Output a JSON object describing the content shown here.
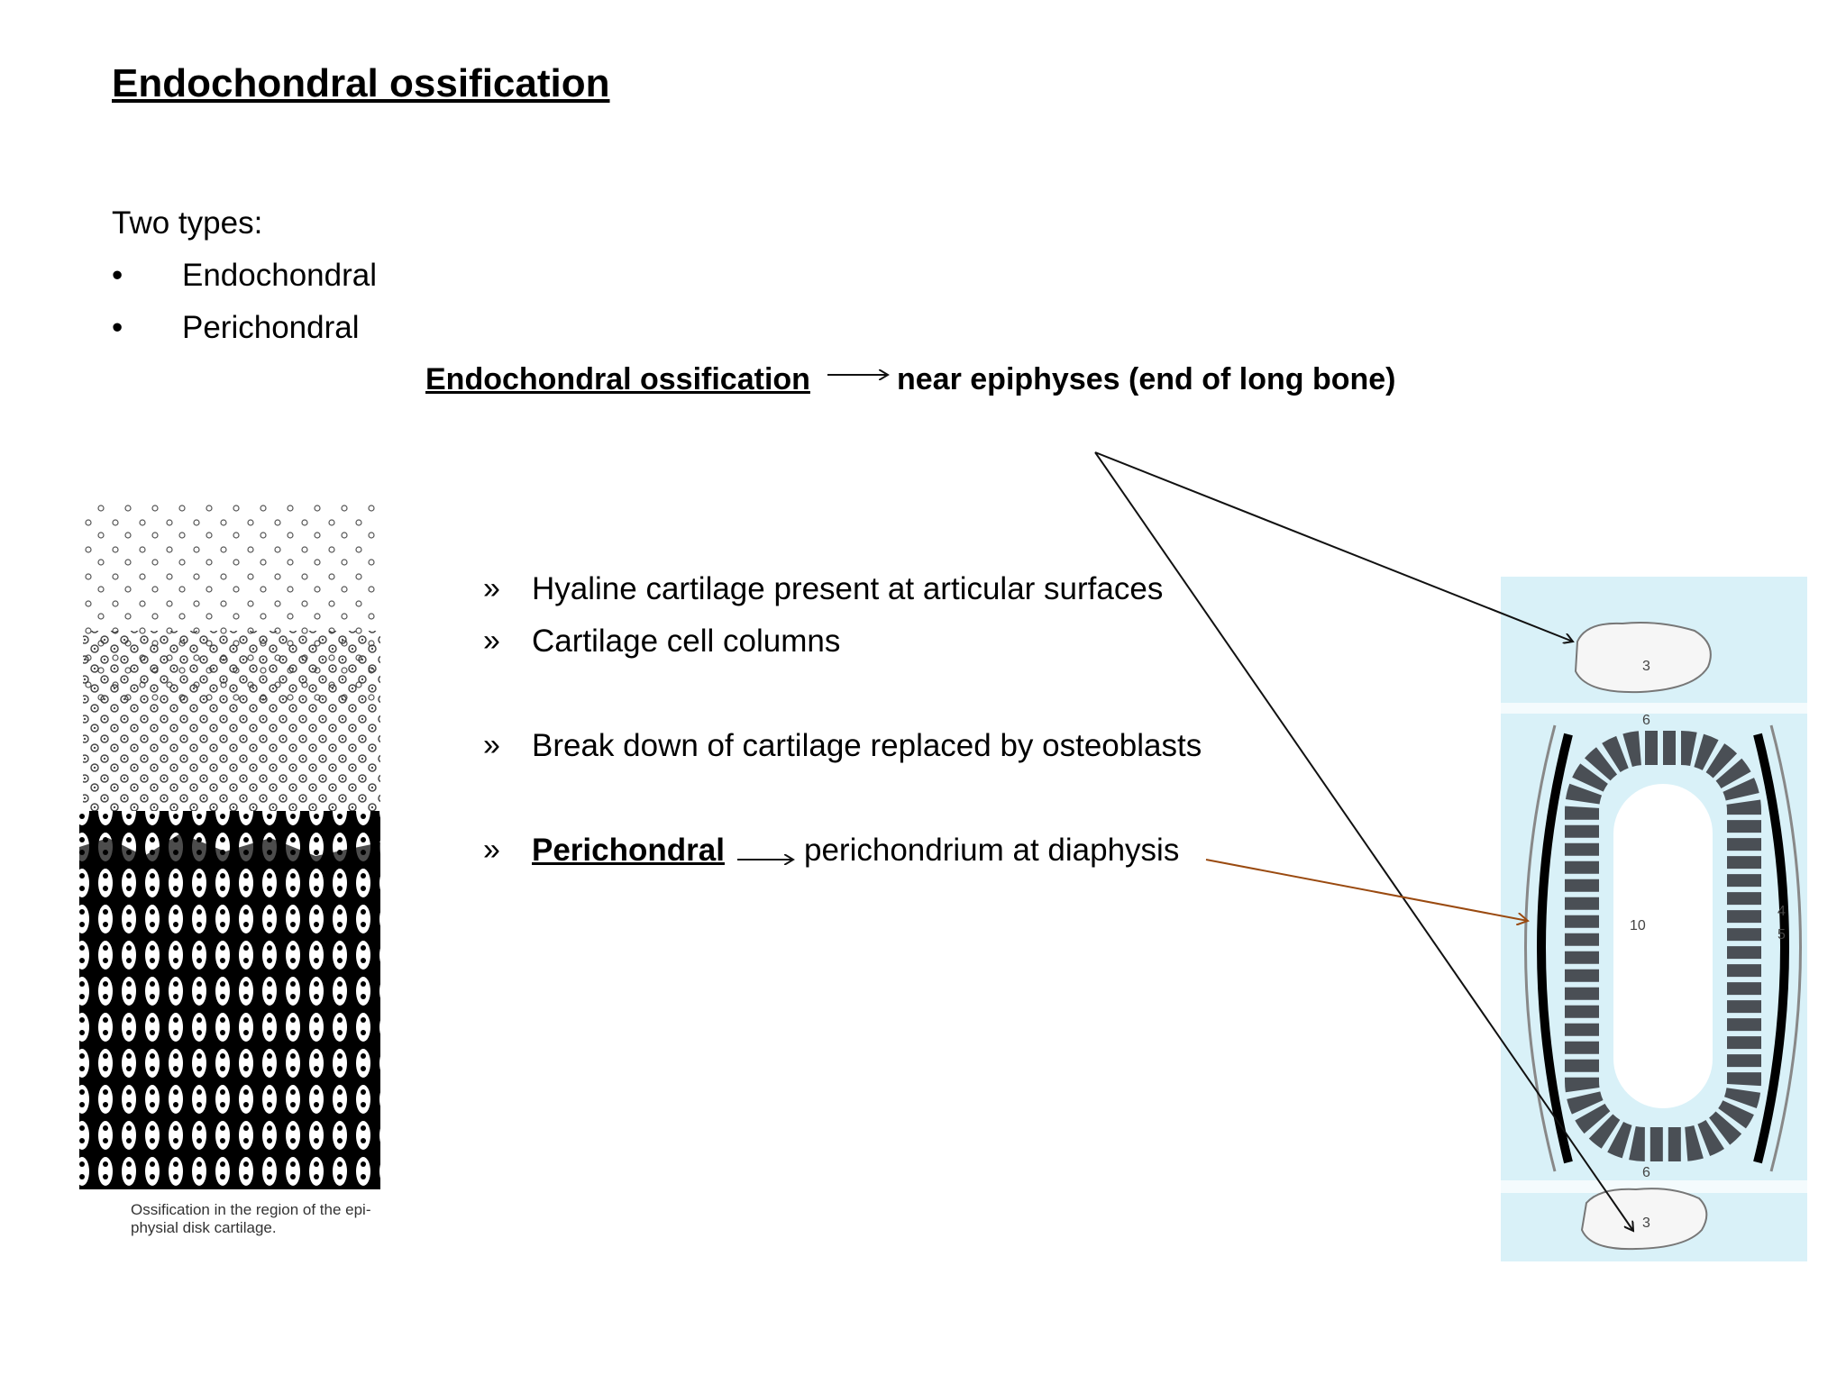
{
  "slide": {
    "title": "Endochondral ossification",
    "intro": "Two types:",
    "types": [
      {
        "bullet": "•",
        "label": "Endochondral"
      },
      {
        "bullet": "•",
        "label": "Perichondral"
      }
    ],
    "endo_line": {
      "term": "Endochondral ossification",
      "description": "near epiphyses (end of long bone)"
    },
    "points": [
      {
        "marker": "»",
        "text": "Hyaline cartilage present at articular surfaces"
      },
      {
        "marker": "»",
        "text": "Cartilage cell columns"
      },
      {
        "marker": "»",
        "text": "Break down of cartilage replaced by osteoblasts"
      },
      {
        "marker": "»",
        "term": "Perichondral",
        "text": "perichondrium at diaphysis"
      }
    ],
    "left_figure": {
      "caption": "Ossification in the region of the epiphysial disk cartilage."
    },
    "right_figure": {
      "labels": [
        "3",
        "6",
        "10",
        "4",
        "5",
        "6",
        "3"
      ]
    },
    "colors": {
      "arrow_black": "#111111",
      "arrow_brown": "#9a4a10",
      "diagram_bg": "#d9f1f8",
      "bone_dark": "#4a4f55"
    }
  }
}
